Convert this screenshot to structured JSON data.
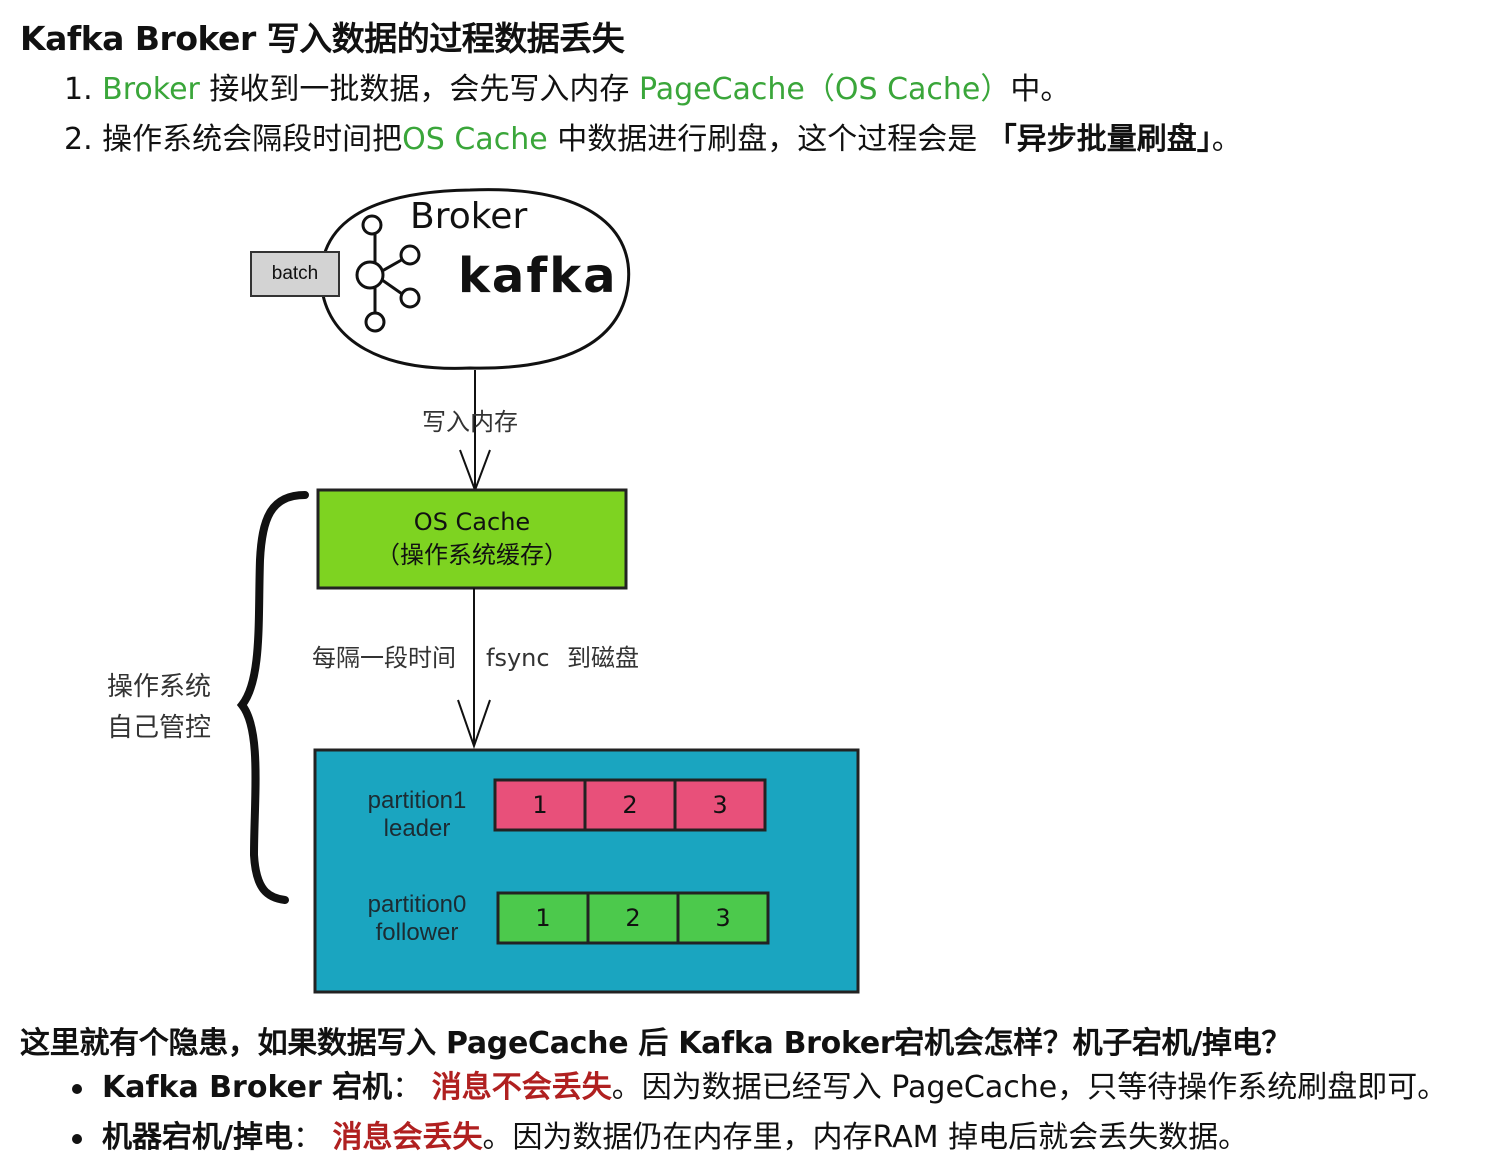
{
  "title": "Kafka Broker 写入数据的过程数据丢失",
  "steps": [
    {
      "num": "1.",
      "parts": [
        {
          "text": "Broker",
          "style": "green"
        },
        {
          "text": " 接收到一批数据，会先写入内存 ",
          "style": "plain"
        },
        {
          "text": "PageCache（OS Cache）",
          "style": "green"
        },
        {
          "text": "中。",
          "style": "plain"
        }
      ]
    },
    {
      "num": "2.",
      "parts": [
        {
          "text": "操作系统会隔段时间把",
          "style": "plain"
        },
        {
          "text": "OS Cache",
          "style": "green"
        },
        {
          "text": " 中数据进行刷盘，这个过程会是 ",
          "style": "plain"
        },
        {
          "text": "「异步批量刷盘」",
          "style": "bold"
        },
        {
          "text": "。",
          "style": "plain"
        }
      ]
    }
  ],
  "diagram": {
    "batch_label": "batch",
    "broker_label": "Broker",
    "kafka_label": "kafka",
    "arrow1_label": "写入内存",
    "cache_line1": "OS Cache",
    "cache_line2": "（操作系统缓存）",
    "arrow2_label_a": "每隔一段时间",
    "arrow2_label_b": "fsync",
    "arrow2_label_c": "到磁盘",
    "brace_line1": "操作系统",
    "brace_line2": "自己管控",
    "p1_line1": "partition1",
    "p1_line2": "leader",
    "p0_line1": "partition0",
    "p0_line2": "follower",
    "cells": [
      "1",
      "2",
      "3"
    ],
    "colors": {
      "cache": "#7ed321",
      "disk": "#1aa5c0",
      "leader": "#e8507a",
      "follower": "#4cc94c"
    }
  },
  "question": "这里就有个隐患，如果数据写入 PageCache 后 Kafka Broker宕机会怎样？机子宕机/掉电？",
  "bullets": [
    {
      "lead": "Kafka Broker 宕机",
      "sep": "： ",
      "red": "消息不会丢失",
      "rest": "。因为数据已经写入 PageCache，只等待操作系统刷盘即可。"
    },
    {
      "lead": "机器宕机/掉电",
      "sep": "： ",
      "red": "消息会丢失",
      "rest": "。因为数据仍在内存里，内存RAM 掉电后就会丢失数据。"
    }
  ]
}
